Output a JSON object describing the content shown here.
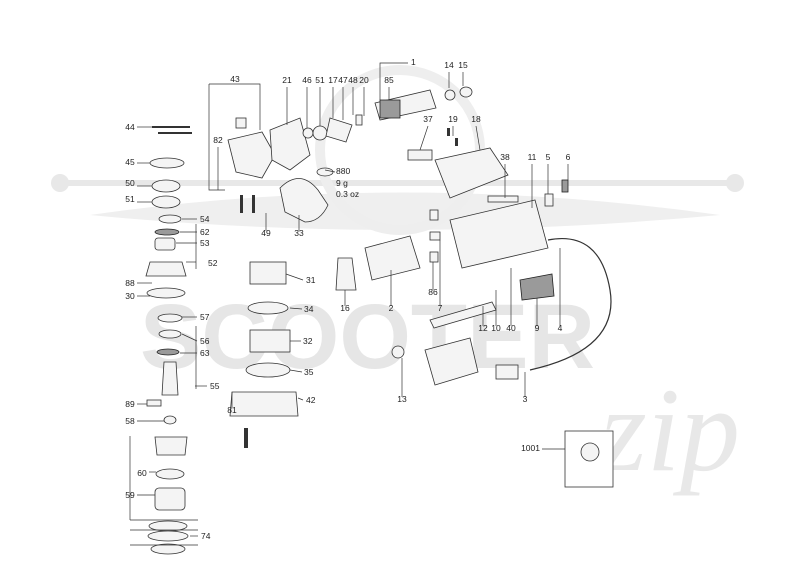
{
  "watermark": {
    "brand": "SCOOTER",
    "script": "zip"
  },
  "part_labels": [
    "1",
    "14",
    "15",
    "43",
    "21",
    "46",
    "51",
    "17",
    "47",
    "48",
    "20",
    "85",
    "37",
    "19",
    "18",
    "44",
    "82",
    "45",
    "880",
    "9 g",
    "0.3 oz",
    "50",
    "51",
    "54",
    "62",
    "53",
    "52",
    "49",
    "33",
    "38",
    "11",
    "5",
    "6",
    "88",
    "30",
    "31",
    "34",
    "57",
    "56",
    "63",
    "32",
    "35",
    "55",
    "89",
    "58",
    "81",
    "42",
    "60",
    "59",
    "74",
    "16",
    "2",
    "86",
    "7",
    "12",
    "10",
    "40",
    "9",
    "4",
    "13",
    "3",
    "1001"
  ],
  "colors": {
    "line": "#333333",
    "watermark": "#e6e6e6",
    "dark_part": "#9a9a9a"
  }
}
